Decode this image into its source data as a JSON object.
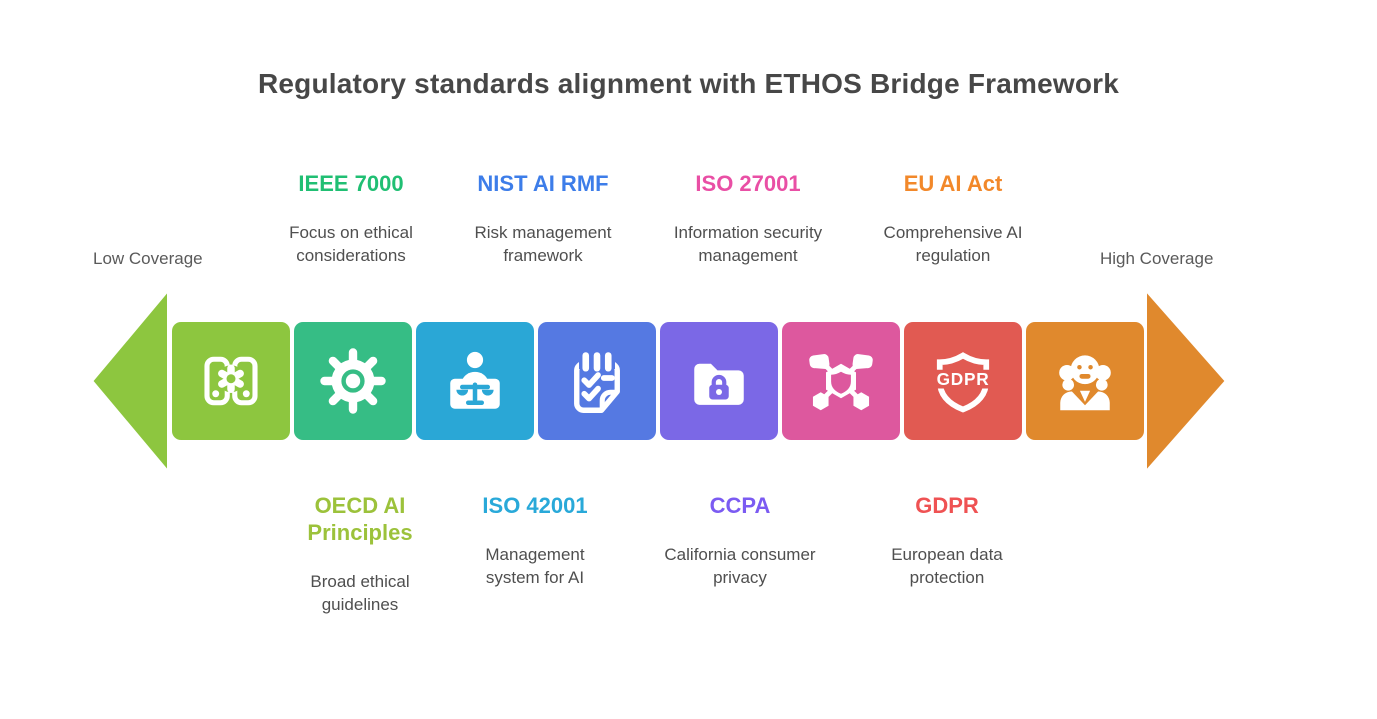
{
  "title": "Regulatory standards alignment with ETHOS Bridge Framework",
  "coverage": {
    "low": "Low Coverage",
    "high": "High Coverage"
  },
  "colors": {
    "title_text": "#474747",
    "description_text": "#4f4f4f",
    "coverage_text": "#5a5a5a",
    "arrow_left": "#8dc63f",
    "arrow_right": "#e0892d"
  },
  "top_labels": [
    {
      "name": "IEEE 7000",
      "color": "#20bf73",
      "desc": "Focus on ethical\nconsiderations"
    },
    {
      "name": "NIST AI RMF",
      "color": "#3d7de9",
      "desc": "Risk management\nframework"
    },
    {
      "name": "ISO 27001",
      "color": "#e94fa5",
      "desc": "Information security\nmanagement"
    },
    {
      "name": "EU AI Act",
      "color": "#f2882a",
      "desc": "Comprehensive AI\nregulation"
    }
  ],
  "bottom_labels": [
    {
      "name": "OECD AI\nPrinciples",
      "color": "#9cc23b",
      "desc": "Broad ethical\nguidelines"
    },
    {
      "name": "ISO 42001",
      "color": "#29a9d9",
      "desc": "Management\nsystem for AI"
    },
    {
      "name": "CCPA",
      "color": "#7b5bf2",
      "desc": "California consumer\nprivacy"
    },
    {
      "name": "GDPR",
      "color": "#ef5253",
      "desc": "European data\nprotection"
    }
  ],
  "segments": [
    {
      "icon": "framework-icon",
      "standard": "OECD AI Principles",
      "color": "#8dc63f"
    },
    {
      "icon": "gear-icon",
      "standard": "IEEE 7000",
      "color": "#36bd85"
    },
    {
      "icon": "judge-desk-icon",
      "standard": "ISO 42001",
      "color": "#2aa7d6"
    },
    {
      "icon": "checklist-icon",
      "standard": "NIST AI RMF",
      "color": "#5579e2"
    },
    {
      "icon": "locked-folder-icon",
      "standard": "CCPA",
      "color": "#7b68e6"
    },
    {
      "icon": "network-shield-icon",
      "standard": "ISO 27001",
      "color": "#dd589e"
    },
    {
      "icon": "gdpr-shield-icon",
      "standard": "GDPR",
      "color": "#e15a52",
      "icon_text": "GDPR"
    },
    {
      "icon": "judge-wig-icon",
      "standard": "EU AI Act",
      "color": "#e0892d"
    }
  ]
}
